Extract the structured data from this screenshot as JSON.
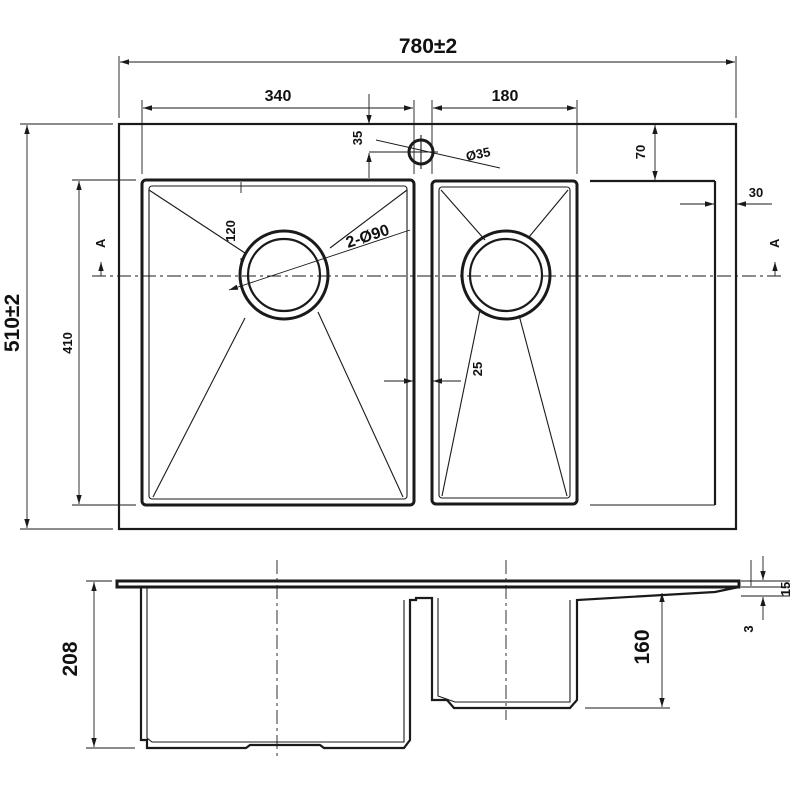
{
  "drawing": {
    "overall_width": "780±2",
    "overall_depth": "510±2",
    "large_bowl_width": "340",
    "small_bowl_width": "180",
    "tap_hole_offset": "35",
    "tap_hole_diameter": "Ø35",
    "rear_ledge": "70",
    "side_margin": "30",
    "bowl_length": "410",
    "corner_dim": "120",
    "drain_holes": "2-Ø90",
    "divider_width": "25",
    "section_mark_left": "A",
    "section_mark_right": "A",
    "large_bowl_depth": "208",
    "small_bowl_depth": "160",
    "deck_thickness": "15",
    "sheet_thickness": "3"
  }
}
